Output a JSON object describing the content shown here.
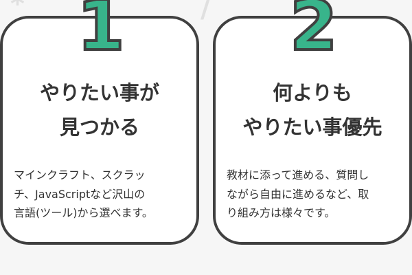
{
  "cards": [
    {
      "number": "1",
      "title_lines": [
        "やりたい事が",
        "見つかる"
      ],
      "body_lines": [
        "マインクラフト、スクラッ",
        "チ、JavaScriptなど沢山の",
        "言語(ツール)から選べます。"
      ]
    },
    {
      "number": "2",
      "title_lines": [
        "何よりも",
        "やりたい事優先"
      ],
      "body_lines": [
        "教材に添って進める、質問し",
        "ながら自由に進めるなど、取",
        "り組み方は様々です。"
      ]
    }
  ],
  "colors": {
    "accent": "#38b48b",
    "border": "#404040",
    "background": "#f6f6f6"
  }
}
